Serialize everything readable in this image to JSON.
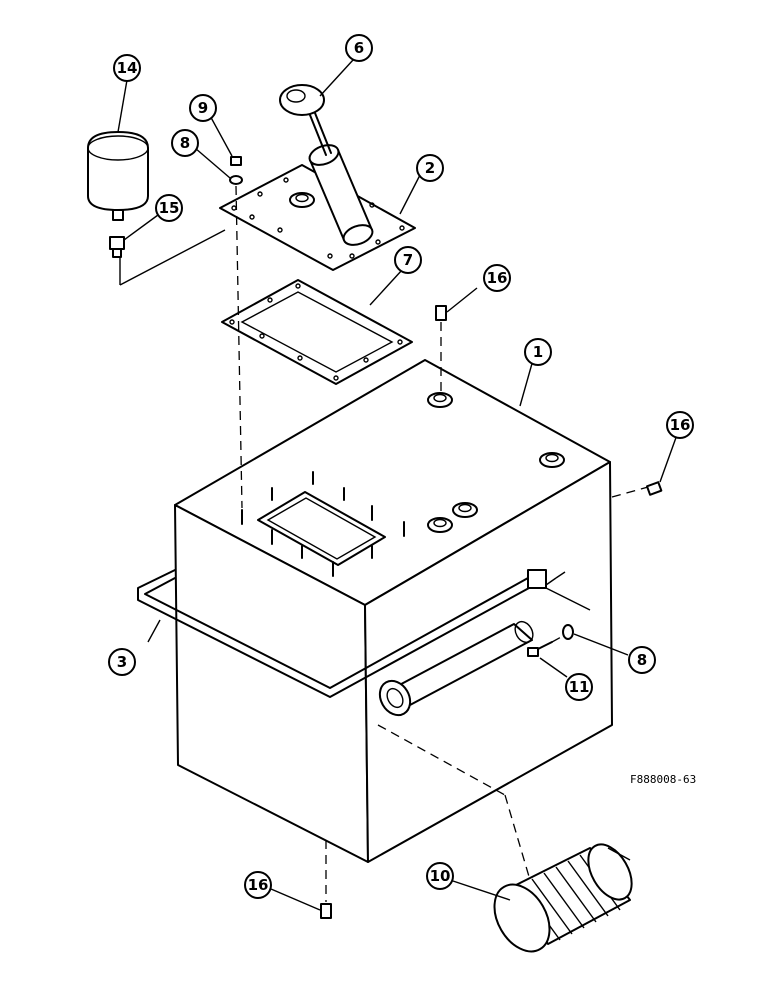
{
  "drawing_code": "F888008-63",
  "callouts": [
    {
      "label": "14"
    },
    {
      "label": "9"
    },
    {
      "label": "8"
    },
    {
      "label": "6"
    },
    {
      "label": "2"
    },
    {
      "label": "15"
    },
    {
      "label": "7"
    },
    {
      "label": "16"
    },
    {
      "label": "1"
    },
    {
      "label": "16"
    },
    {
      "label": "3"
    },
    {
      "label": "8"
    },
    {
      "label": "11"
    },
    {
      "label": "16"
    },
    {
      "label": "10"
    }
  ]
}
